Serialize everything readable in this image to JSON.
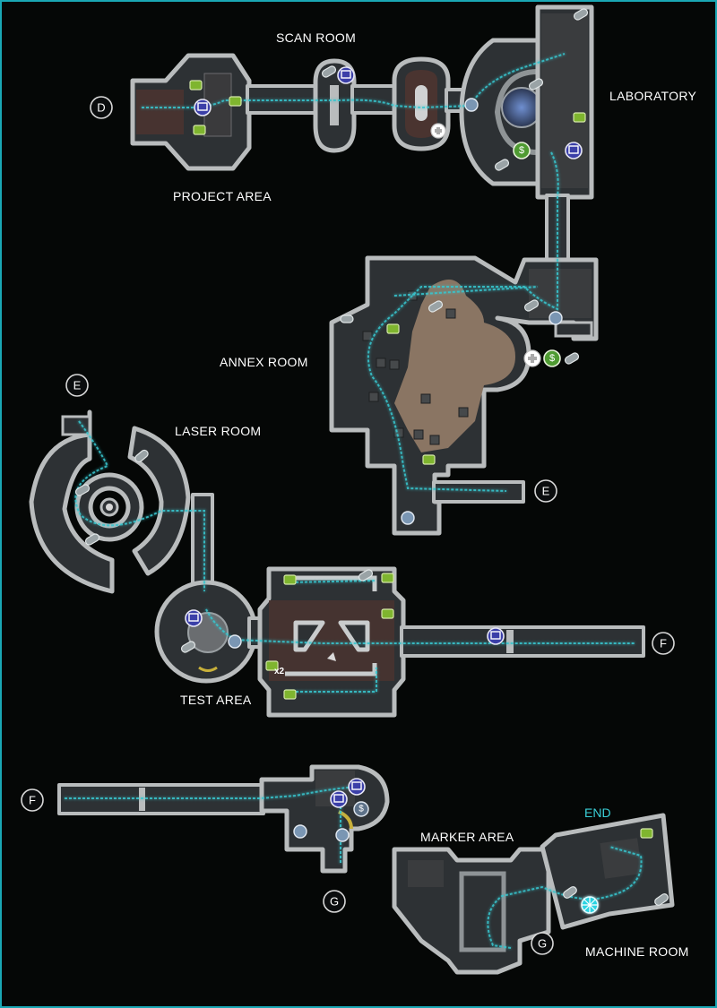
{
  "map": {
    "room_labels": {
      "scan_room": "SCAN ROOM",
      "laboratory": "LABORATORY",
      "project_area": "PROJECT AREA",
      "annex_room": "ANNEX ROOM",
      "laser_room": "LASER ROOM",
      "test_area": "TEST AREA",
      "marker_area": "MARKER AREA",
      "machine_room": "MACHINE ROOM",
      "end": "END"
    },
    "connection_markers": {
      "d": "D",
      "e_top": "E",
      "e_annex": "E",
      "f_test": "F",
      "f_start": "F",
      "g_top": "G",
      "g_bottom": "G"
    },
    "icon_text": {
      "shop_symbol": "$",
      "multiplier": "x2"
    },
    "legend_icons": [
      "save-terminal-icon",
      "supply-crate-icon",
      "ammo-pickup-icon",
      "shop-icon",
      "health-icon",
      "scanner-icon",
      "end-point-icon"
    ],
    "colors": {
      "background": "#050706",
      "wall": "#b9bcbd",
      "floor": "#2d3134",
      "route": "#37c6cf",
      "crate": "#7fb52f",
      "save": "#3b3fa8",
      "shop": "#4f9b32",
      "end": "#3ad0d8"
    }
  }
}
